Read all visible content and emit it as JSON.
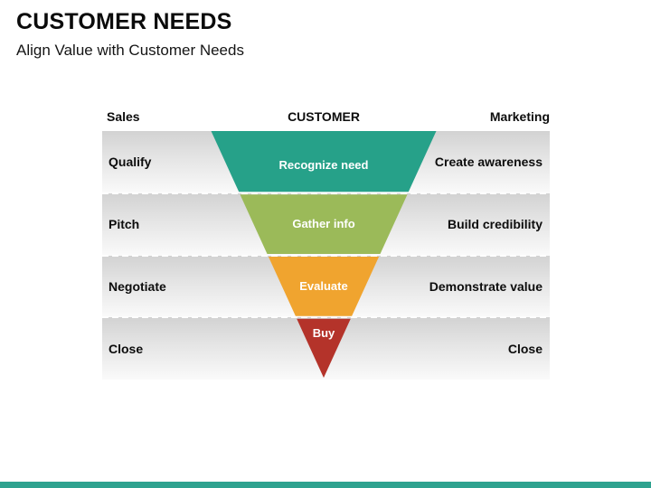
{
  "slide": {
    "title": "CUSTOMER NEEDS",
    "subtitle": "Align Value with Customer Needs"
  },
  "diagram": {
    "headers": {
      "left": "Sales",
      "center": "CUSTOMER",
      "right": "Marketing"
    },
    "rows": [
      {
        "sales": "Qualify",
        "customer": "Recognize need",
        "marketing": "Create awareness",
        "color": "#26a189"
      },
      {
        "sales": "Pitch",
        "customer": "Gather info",
        "marketing": "Build credibility",
        "color": "#9bba59"
      },
      {
        "sales": "Negotiate",
        "customer": "Evaluate",
        "marketing": "Demonstrate value",
        "color": "#f0a42f"
      },
      {
        "sales": "Close",
        "customer": "Buy",
        "marketing": "Close",
        "color": "#b4332a"
      }
    ]
  },
  "footer": {
    "accent_color": "#2ea28f"
  }
}
